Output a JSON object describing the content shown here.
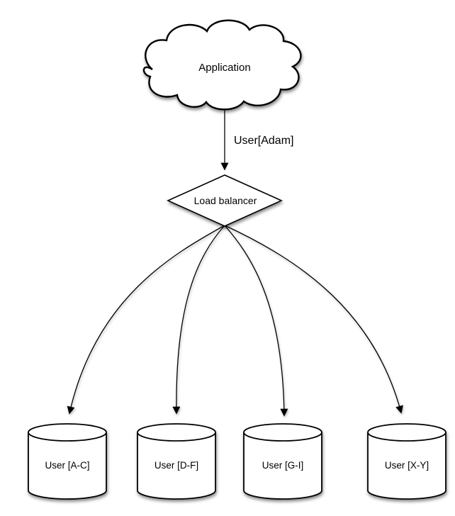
{
  "diagram": {
    "background_color": "#ffffff",
    "stroke_color": "#000000",
    "fill_color": "#ffffff",
    "nodes": {
      "application": {
        "label": "Application",
        "shape": "cloud"
      },
      "load_balancer": {
        "label": "Load balancer",
        "shape": "diamond"
      },
      "shards": [
        {
          "label": "User [A-C]",
          "shape": "cylinder"
        },
        {
          "label": "User [D-F]",
          "shape": "cylinder"
        },
        {
          "label": "User [G-I]",
          "shape": "cylinder"
        },
        {
          "label": "User [X-Y]",
          "shape": "cylinder"
        }
      ]
    },
    "edges": {
      "app_to_lb_label": "User[Adam]"
    }
  }
}
